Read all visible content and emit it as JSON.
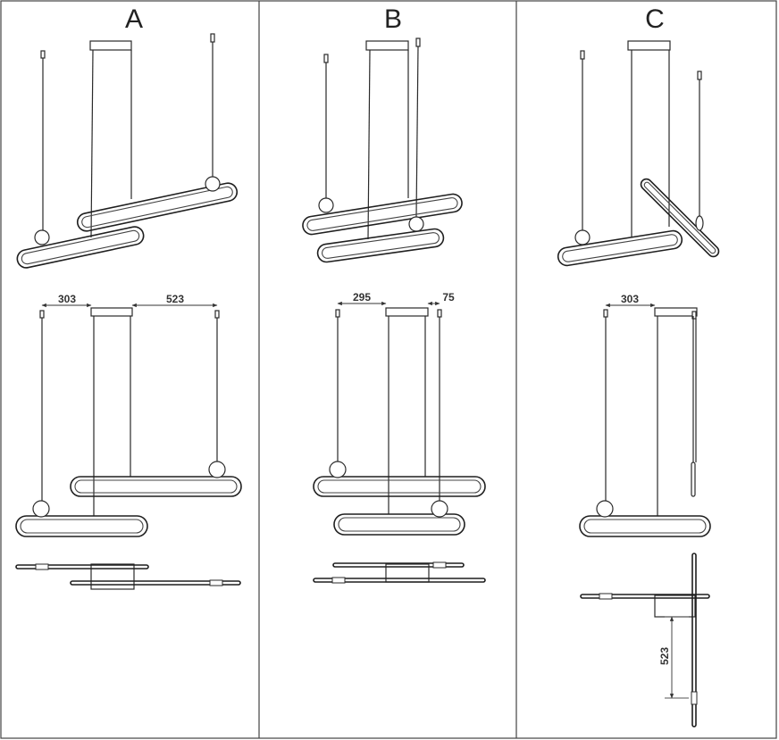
{
  "panels": [
    {
      "label": "A"
    },
    {
      "label": "B"
    },
    {
      "label": "C"
    }
  ],
  "dimensions": {
    "a_left": "303",
    "a_right": "523",
    "b_left": "295",
    "b_right": "75",
    "c_left": "303",
    "c_side": "523"
  }
}
